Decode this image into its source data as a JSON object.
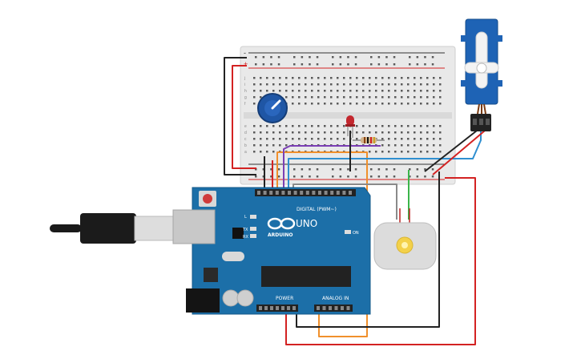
{
  "canvas": {
    "background": "#ffffff"
  },
  "arduino": {
    "brand": "ARDUINO",
    "model": "UNO",
    "digital_label": "DIGITAL (PWM~)",
    "power_label": "POWER",
    "analog_label": "ANALOG IN",
    "on_label": "ON",
    "tx_label": "TX",
    "rx_label": "RX",
    "l_label": "L",
    "board_color": "#1c6fa8"
  },
  "breadboard": {
    "row_letters_top": [
      "j",
      "i",
      "h",
      "g",
      "f"
    ],
    "row_letters_bottom": [
      "e",
      "d",
      "c",
      "b",
      "a"
    ],
    "plus_label": "+",
    "minus_label": "-"
  },
  "components": {
    "usb_cable": "usb-cable-icon",
    "servo": "servo-motor-icon",
    "potentiometer": "potentiometer-icon",
    "led": "led-icon",
    "resistor": "resistor-icon",
    "dc_motor": "dc-motor-icon"
  },
  "wire_colors": {
    "red": "#d32222",
    "black": "#222222",
    "orange": "#f0902c",
    "blue": "#2f8fd0",
    "purple": "#7b3fb5",
    "green": "#3bb54a",
    "gray": "#8a8a8a",
    "brown": "#7a3b12"
  }
}
